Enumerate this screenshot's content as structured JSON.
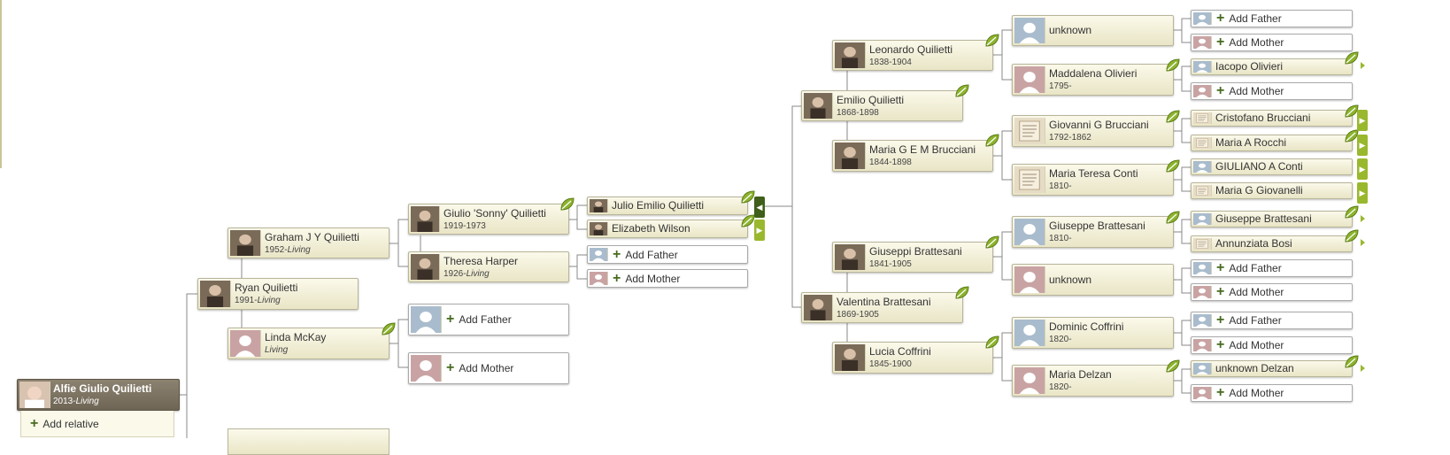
{
  "root": {
    "name": "Alfie Giulio Quilietti",
    "birth": "2013-",
    "living": "Living"
  },
  "add_relative": {
    "label": "Add relative"
  },
  "people": [
    {
      "id": "ryan",
      "name": "Ryan Quilietti",
      "birth": "1991-",
      "living": "Living",
      "photo": "photo"
    },
    {
      "id": "graham",
      "name": "Graham J Y Quilietti",
      "birth": "1952-",
      "living": "Living",
      "photo": "photo"
    },
    {
      "id": "linda",
      "name": "Linda McKay",
      "birth": "",
      "living": "Living",
      "photo": "female-silhouette"
    },
    {
      "id": "giulio",
      "name": "Giulio 'Sonny' Quilietti",
      "dates": "1919-1973",
      "photo": "photo"
    },
    {
      "id": "theresa",
      "name": "Theresa Harper",
      "birth": "1926-",
      "living": "Living",
      "photo": "photo"
    },
    {
      "id": "julio",
      "name": "Julio Emilio Quilietti",
      "photo": "photo"
    },
    {
      "id": "elizabeth",
      "name": "Elizabeth Wilson",
      "photo": "photo"
    },
    {
      "id": "emilio",
      "name": "Emilio Quilietti",
      "dates": "1868-1898",
      "photo": "photo"
    },
    {
      "id": "leonardo",
      "name": "Leonardo Quilietti",
      "dates": "1838-1904",
      "photo": "photo"
    },
    {
      "id": "mariag",
      "name": "Maria G E M Brucciani",
      "dates": "1844-1898",
      "photo": "photo"
    },
    {
      "id": "valentina",
      "name": "Valentina Brattesani",
      "dates": "1869-1905",
      "photo": "photo"
    },
    {
      "id": "giuseppi",
      "name": "Giuseppi Brattesani",
      "dates": "1841-1905",
      "photo": "photo"
    },
    {
      "id": "lucia",
      "name": "Lucia Coffrini",
      "dates": "1845-1900",
      "photo": "photo"
    },
    {
      "id": "unknown1",
      "name": "unknown",
      "photo": "male-silhouette"
    },
    {
      "id": "maddalena",
      "name": "Maddalena Olivieri",
      "dates": "1795-",
      "photo": "female-silhouette"
    },
    {
      "id": "giovanni",
      "name": "Giovanni G Brucciani",
      "dates": "1792-1862",
      "photo": "document"
    },
    {
      "id": "mariateresa",
      "name": "Maria Teresa Conti",
      "dates": "1810-",
      "photo": "document"
    },
    {
      "id": "giuseppe1",
      "name": "Giuseppe Brattesani",
      "dates": "1810-",
      "photo": "male-silhouette"
    },
    {
      "id": "unknown2",
      "name": "unknown",
      "photo": "female-silhouette"
    },
    {
      "id": "dominic",
      "name": "Dominic Coffrini",
      "dates": "1820-",
      "photo": "male-silhouette"
    },
    {
      "id": "mariadelzan",
      "name": "Maria Delzan",
      "dates": "1820-",
      "photo": "female-silhouette"
    },
    {
      "id": "iacopo",
      "name": "Iacopo Olivieri",
      "photo": "male-silhouette"
    },
    {
      "id": "cristofano",
      "name": "Cristofano Brucciani",
      "photo": "document"
    },
    {
      "id": "mariaarocchi",
      "name": "Maria A Rocchi",
      "photo": "document"
    },
    {
      "id": "giulianoconti",
      "name": "GIULIANO A Conti",
      "photo": "male-silhouette"
    },
    {
      "id": "mariaggiovanelli",
      "name": "Maria G Giovanelli",
      "photo": "document"
    },
    {
      "id": "giuseppe2",
      "name": "Giuseppe Brattesani",
      "photo": "male-silhouette"
    },
    {
      "id": "annunziata",
      "name": "Annunziata Bosi",
      "photo": "document"
    },
    {
      "id": "unknowndelzan",
      "name": "unknown Delzan",
      "photo": "male-silhouette"
    }
  ],
  "add_slots": {
    "father": "Add Father",
    "mother": "Add Mother"
  },
  "icons": {
    "leaf": "leaf-icon",
    "plus": "plus-icon",
    "expand": "chevron-right-icon",
    "collapse": "chevron-left-icon"
  },
  "colors": {
    "accent": "#9ab82e",
    "card_top": "#fbf9ea",
    "card_bottom": "#e9e5c6",
    "root": "#7d7463",
    "male": "#a9bccd",
    "female": "#c9a3a3"
  }
}
